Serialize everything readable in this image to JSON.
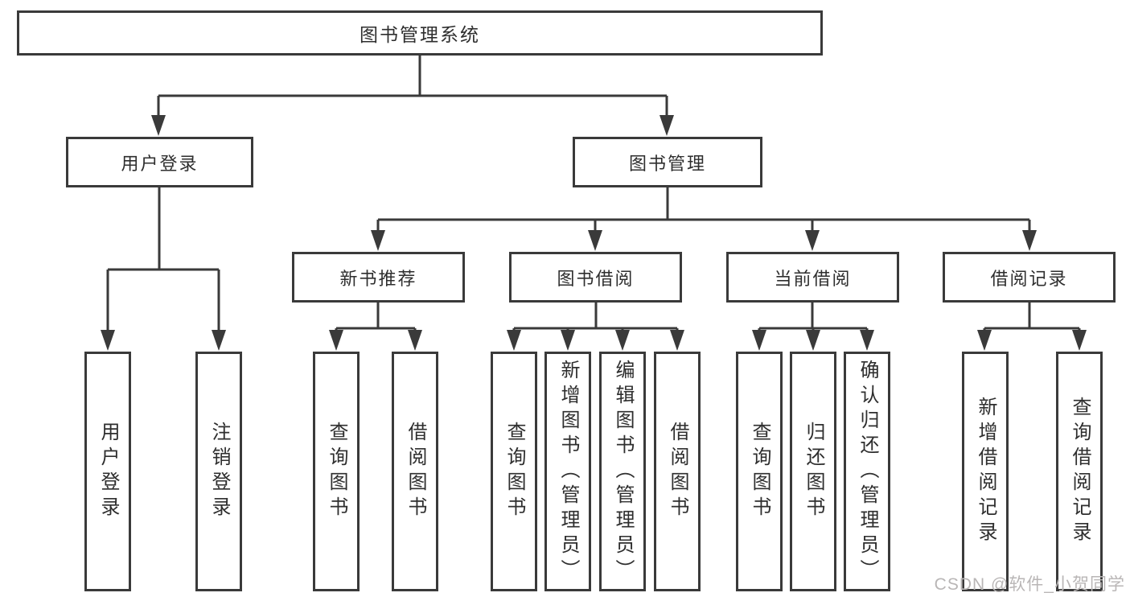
{
  "diagram": {
    "type": "hierarchy-tree",
    "root": {
      "label": "图书管理系统"
    },
    "branches": [
      {
        "label": "用户登录"
      },
      {
        "label": "图书管理"
      }
    ],
    "modules": [
      {
        "label": "新书推荐",
        "parent": "图书管理"
      },
      {
        "label": "图书借阅",
        "parent": "图书管理"
      },
      {
        "label": "当前借阅",
        "parent": "图书管理"
      },
      {
        "label": "借阅记录",
        "parent": "图书管理"
      }
    ],
    "leaves": [
      {
        "label": "用户登录",
        "parent": "用户登录"
      },
      {
        "label": "注销登录",
        "parent": "用户登录"
      },
      {
        "label": "查询图书",
        "parent": "新书推荐"
      },
      {
        "label": "借阅图书",
        "parent": "新书推荐"
      },
      {
        "label": "查询图书",
        "parent": "图书借阅"
      },
      {
        "label": "新增图书（管理员）",
        "parent": "图书借阅"
      },
      {
        "label": "编辑图书（管理员）",
        "parent": "图书借阅"
      },
      {
        "label": "借阅图书",
        "parent": "图书借阅"
      },
      {
        "label": "查询图书",
        "parent": "当前借阅"
      },
      {
        "label": "归还图书",
        "parent": "当前借阅"
      },
      {
        "label": "确认归还（管理员）",
        "parent": "当前借阅"
      },
      {
        "label": "新增借阅记录",
        "parent": "借阅记录"
      },
      {
        "label": "查询借阅记录",
        "parent": "借阅记录"
      }
    ]
  },
  "watermark": "CSDN @软件_小贺同学",
  "colors": {
    "line": "#3a3a3a",
    "text": "#2e2e2e",
    "box_background": "#ffffff",
    "watermark": "#b9b6b6",
    "page_background": "#ffffff"
  }
}
